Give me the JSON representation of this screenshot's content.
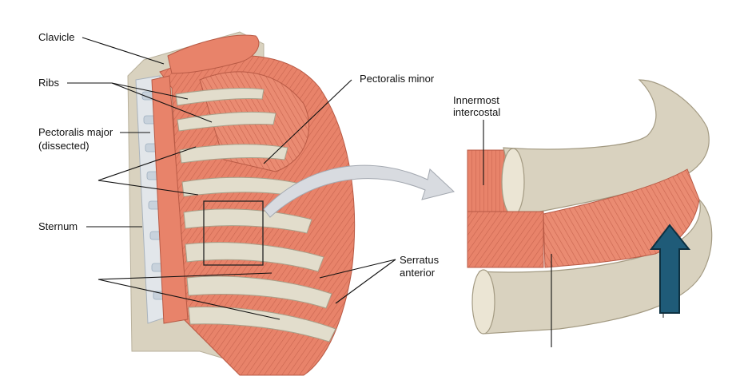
{
  "labels": {
    "clavicle": "Clavicle",
    "ribs": "Ribs",
    "pectoralis_major_1": "Pectoralis major",
    "pectoralis_major_2": "(dissected)",
    "sternum": "Sternum",
    "pectoralis_minor": "Pectoralis minor",
    "serratus_1": "Serratus",
    "serratus_2": "anterior",
    "innermost_1": "Innermost",
    "innermost_2": "intercostal"
  },
  "colors": {
    "bone": "#d9d2bf",
    "bone_light": "#ebe5d4",
    "muscle": "#e8836a",
    "muscle_dark": "#c9654f",
    "cartilage": "#c8d2dc",
    "arrow_fill": "#1f5b78",
    "arrow_stroke": "#0d3142",
    "callout_arrow": "#d8dbe0"
  },
  "icons": {
    "upward_arrow": "arrow-up-icon",
    "callout_arrow": "curved-arrow-icon"
  }
}
